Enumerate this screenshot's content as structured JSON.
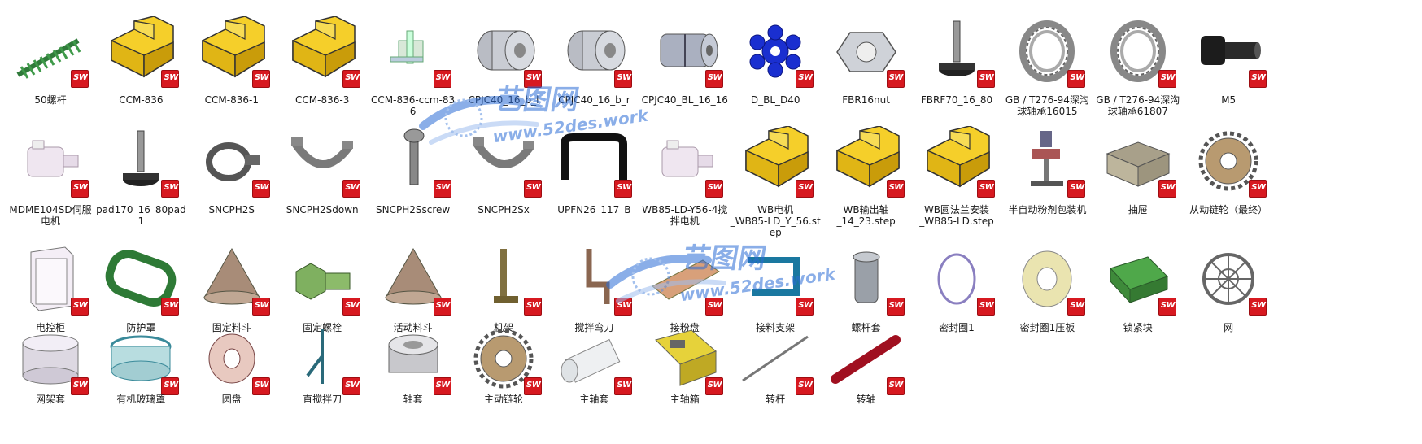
{
  "watermark": {
    "title": "艺图网",
    "url": "www.52des.work"
  },
  "colors": {
    "badge": "#d71920",
    "watermark": "#2b6cd6",
    "folder": "#f5cf2a"
  },
  "items": [
    {
      "label": "50螺杆",
      "icon": "screw-auger"
    },
    {
      "label": "CCM-836",
      "icon": "yellow-part"
    },
    {
      "label": "CCM-836-1",
      "icon": "yellow-part"
    },
    {
      "label": "CCM-836-3",
      "icon": "yellow-part"
    },
    {
      "label": "CCM-836-ccm-83\n6",
      "icon": "assembly"
    },
    {
      "label": "CPJC40_16_b_l",
      "icon": "coupling-half"
    },
    {
      "label": "CPJC40_16_b_r",
      "icon": "coupling-half"
    },
    {
      "label": "CPJC40_BL_16_16",
      "icon": "coupling"
    },
    {
      "label": "D_BL_D40",
      "icon": "spider"
    },
    {
      "label": "FBR16nut",
      "icon": "hex-nut"
    },
    {
      "label": "FBRF70_16_80",
      "icon": "leveling-foot"
    },
    {
      "label": "GB / T276-94深沟\n球轴承16015",
      "icon": "bearing"
    },
    {
      "label": "GB / T276-94深沟\n球轴承61807",
      "icon": "bearing"
    },
    {
      "label": "M5",
      "icon": "bolt"
    },
    {
      "label": "MDME104SD伺服\n电机",
      "icon": "motor"
    },
    {
      "label": "pad170_16_80pad\n1",
      "icon": "leveling-foot"
    },
    {
      "label": "SNCPH2S",
      "icon": "clamp"
    },
    {
      "label": "SNCPH2Sdown",
      "icon": "clamp-half"
    },
    {
      "label": "SNCPH2Sscrew",
      "icon": "clamp-screw"
    },
    {
      "label": "SNCPH2Sx",
      "icon": "clamp-half"
    },
    {
      "label": "UPFN26_117_B",
      "icon": "handle"
    },
    {
      "label": "WB85-LD-Y56-4搅\n拌电机",
      "icon": "motor"
    },
    {
      "label": "WB电机\n_WB85-LD_Y_56.st\nep",
      "icon": "yellow-part"
    },
    {
      "label": "WB输出轴\n_14_23.step",
      "icon": "yellow-part"
    },
    {
      "label": "WB圆法兰安装\n_WB85-LD.step",
      "icon": "yellow-part"
    },
    {
      "label": "半自动粉剂包装机",
      "icon": "machine"
    },
    {
      "label": "抽屉",
      "icon": "drawer"
    },
    {
      "label": "从动链轮（最终）",
      "icon": "sprocket"
    },
    {
      "label": "电控柜",
      "icon": "cabinet"
    },
    {
      "label": "防护罩",
      "icon": "guard"
    },
    {
      "label": "固定料斗",
      "icon": "hopper"
    },
    {
      "label": "固定螺栓",
      "icon": "hex-bolt"
    },
    {
      "label": "活动料斗",
      "icon": "hopper"
    },
    {
      "label": "机架",
      "icon": "frame"
    },
    {
      "label": "搅拌弯刀",
      "icon": "blade"
    },
    {
      "label": "接粉盘",
      "icon": "tray"
    },
    {
      "label": "接料支架",
      "icon": "bracket"
    },
    {
      "label": "螺杆套",
      "icon": "sleeve"
    },
    {
      "label": "密封圈1",
      "icon": "ring"
    },
    {
      "label": "密封圈1压板",
      "icon": "washer"
    },
    {
      "label": "锁紧块",
      "icon": "lock-block"
    },
    {
      "label": "网",
      "icon": "mesh"
    },
    {
      "label": "网架套",
      "icon": "cylinder"
    },
    {
      "label": "有机玻璃罩",
      "icon": "glass-ring"
    },
    {
      "label": "圆盘",
      "icon": "disc"
    },
    {
      "label": "直搅拌刀",
      "icon": "straight-blade"
    },
    {
      "label": "轴套",
      "icon": "bushing"
    },
    {
      "label": "主动链轮",
      "icon": "sprocket"
    },
    {
      "label": "主轴套",
      "icon": "tube"
    },
    {
      "label": "主轴箱",
      "icon": "spindle-box"
    },
    {
      "label": "转杆",
      "icon": "rod"
    },
    {
      "label": "转轴",
      "icon": "shaft"
    }
  ]
}
